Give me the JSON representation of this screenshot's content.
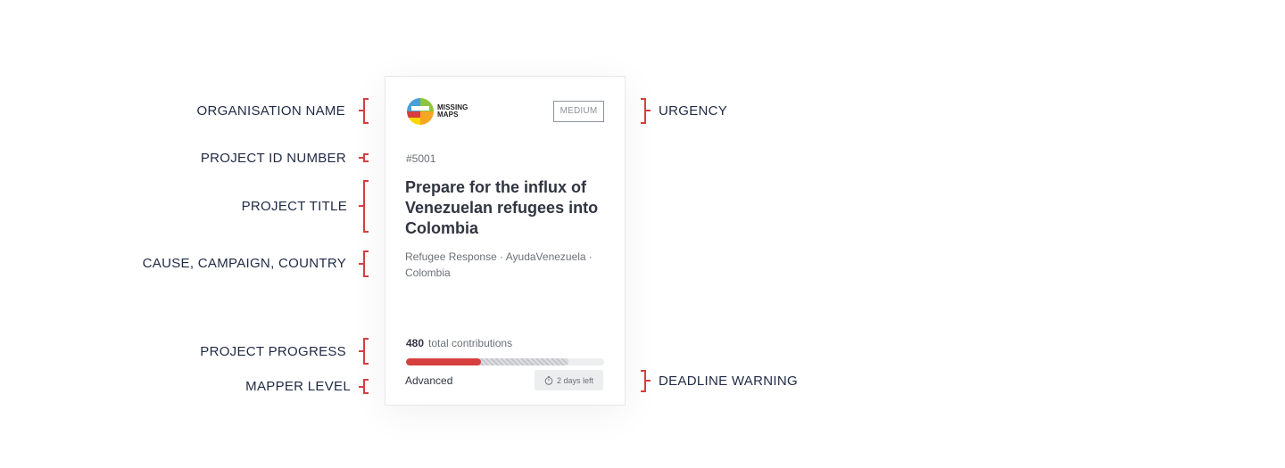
{
  "annotations": {
    "organisation_name": "ORGANISATION NAME",
    "project_id_number": "PROJECT ID NUMBER",
    "project_title": "PROJECT TITLE",
    "cause_campaign_country": "CAUSE, CAMPAIGN, COUNTRY",
    "project_progress": "PROJECT PROGRESS",
    "mapper_level": "MAPPER LEVEL",
    "urgency": "URGENCY",
    "deadline_warning": "DEADLINE WARNING"
  },
  "card": {
    "organisation": {
      "logo_line1": "MISSING",
      "logo_line2": "MAPS",
      "logo_colors": [
        "#4a9fd8",
        "#8cc63f",
        "#f5a623",
        "#d73f3f",
        "#ffd700"
      ]
    },
    "urgency": "MEDIUM",
    "project_id": "#5001",
    "title": "Prepare for the influx of Venezuelan refugees into Colombia",
    "tags": "Refugee Response · AyudaVenezuela · Colombia",
    "progress": {
      "contributions": "480",
      "contributions_label": "total contributions",
      "percent_mapped": 38,
      "percent_validated": 82,
      "mapped_color": "#d73f3f"
    },
    "mapper_level": "Advanced",
    "deadline": {
      "icon": "clock-icon",
      "text": "2 days left"
    }
  },
  "colors": {
    "accent": "#d73f3f",
    "annotation_text": "#1f2a44"
  }
}
